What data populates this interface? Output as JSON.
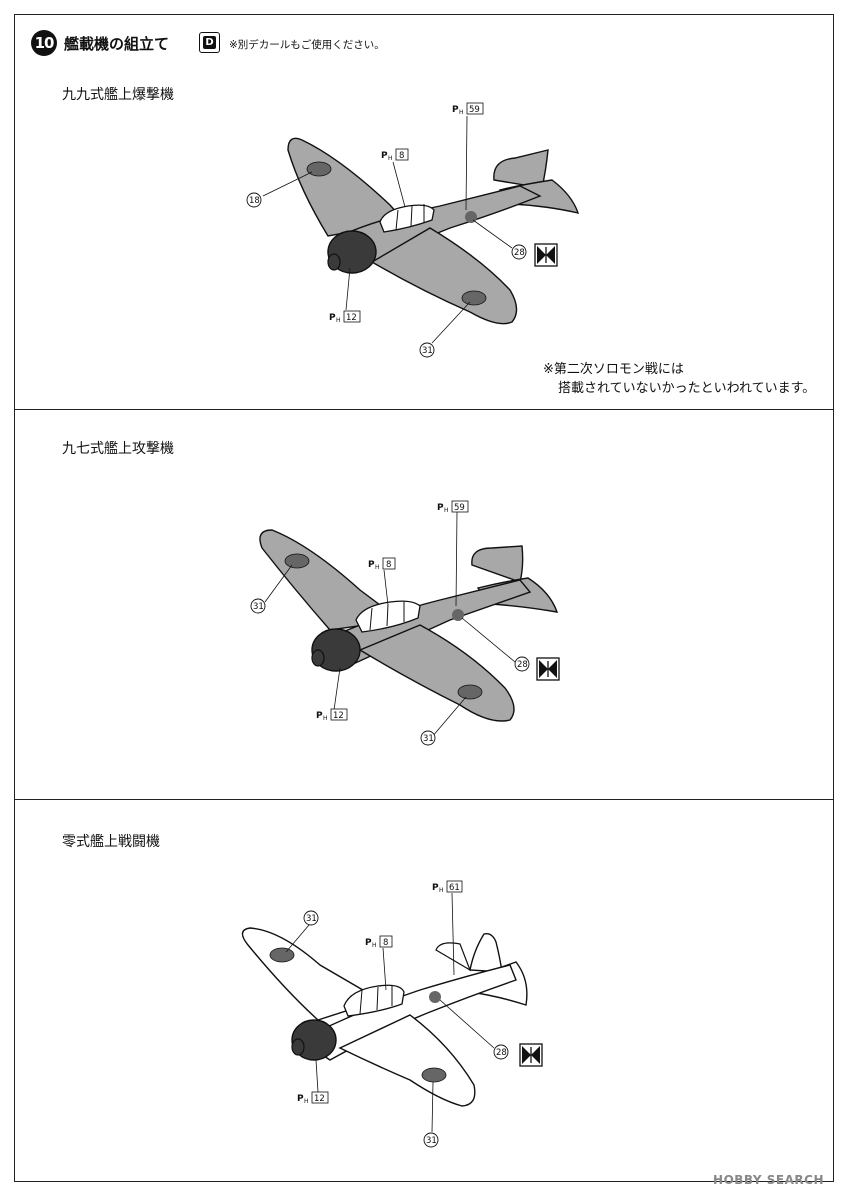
{
  "header": {
    "step_number": "10",
    "title": "艦載機の組立て",
    "decal_letter": "D",
    "decal_note": "※別デカールもご使用ください。"
  },
  "sections": [
    {
      "title": "九九式艦上爆撃機",
      "labels": {
        "p59": "59",
        "p8": "8",
        "p12": "12",
        "c18": "18",
        "c28": "28",
        "c31": "31"
      },
      "note_line1": "※第二次ソロモン戦には",
      "note_line2": "搭載されていないかったといわれています。"
    },
    {
      "title": "九七式艦上攻撃機",
      "labels": {
        "p59": "59",
        "p8": "8",
        "p12": "12",
        "c31a": "31",
        "c28": "28",
        "c31b": "31"
      }
    },
    {
      "title": "零式艦上戦闘機",
      "labels": {
        "p61": "61",
        "p8": "8",
        "p12": "12",
        "c31a": "31",
        "c28": "28",
        "c31b": "31"
      }
    }
  ],
  "part_prefix": "P",
  "part_prefix_sub": "H",
  "watermark": "HOBBY SEARCH",
  "colors": {
    "plane_fill": "#a8a8a8",
    "zero_fill": "#ffffff",
    "cowl": "#3a3a3a",
    "roundel": "#666666"
  }
}
